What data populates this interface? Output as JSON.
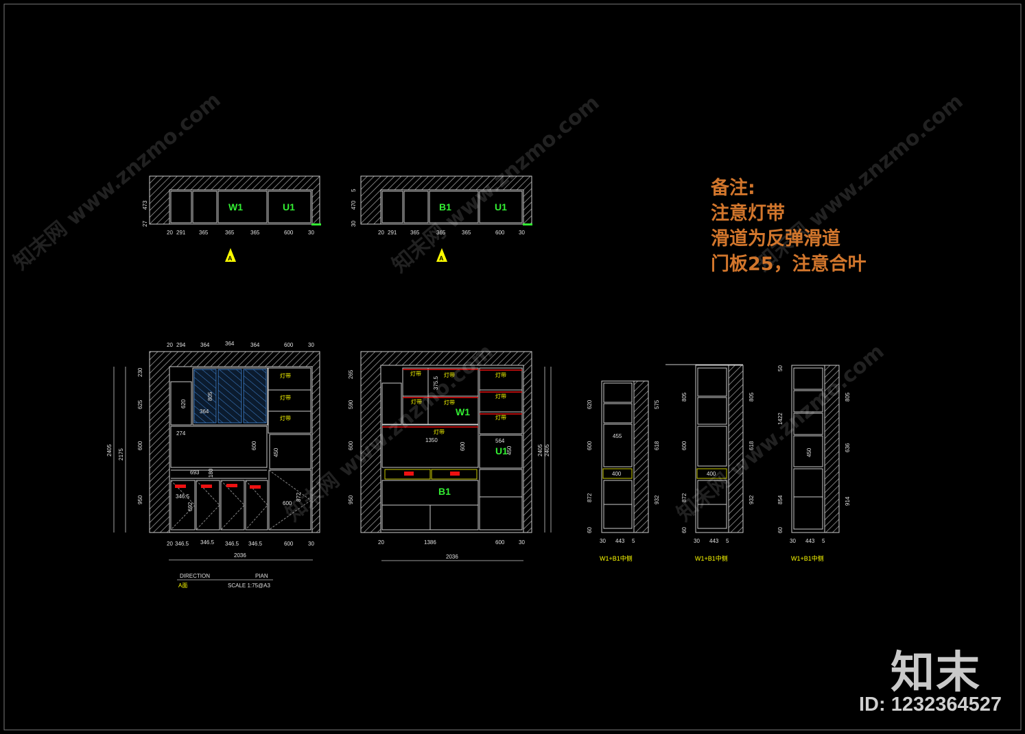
{
  "colors": {
    "background": "#000000",
    "line": "#cfcfcf",
    "dim": "#e0e0e0",
    "label_green": "#33ee33",
    "yellow": "#ffff00",
    "red": "#ee1111",
    "glass": "#3a78c0",
    "note_orange": "#d2762c"
  },
  "notes": {
    "title": "备注:",
    "lines": [
      "注意灯带",
      "滑道为反弹滑道",
      "门板25，注意合叶"
    ]
  },
  "plan_views": [
    {
      "labels": [
        "W1",
        "U1"
      ],
      "bottom_dims": [
        "20",
        "291",
        "365",
        "365",
        "365",
        "600",
        "30"
      ],
      "side_dims": [
        "27",
        "473"
      ],
      "marker": "A"
    },
    {
      "labels": [
        "B1",
        "U1"
      ],
      "bottom_dims": [
        "20",
        "291",
        "365",
        "365",
        "365",
        "600",
        "30"
      ],
      "side_dims": [
        "30",
        "470",
        "5"
      ],
      "marker": "A"
    }
  ],
  "elevation_a": {
    "top_dims": [
      "20",
      "294",
      "364",
      "364",
      "364",
      "600",
      "30"
    ],
    "bottom_dims": [
      "20",
      "346.5",
      "346.5",
      "346.5",
      "346.5",
      "600",
      "30"
    ],
    "total_width": "2036",
    "left_dims_outer": "2405",
    "left_dims_inner": "2175",
    "left_dims_rows": [
      "230",
      "625",
      "600",
      "950"
    ],
    "inner": [
      "620",
      "805",
      "364",
      "274",
      "600",
      "450",
      "693",
      "180",
      "346.5",
      "692",
      "600",
      "872"
    ],
    "light_labels": [
      "灯带",
      "灯带",
      "灯带"
    ],
    "direction": "DIRECTION",
    "pian": "PIAN",
    "face": "A面",
    "scale": "SCALE 1:75@A3"
  },
  "elevation_b": {
    "labels": [
      "W1",
      "U1",
      "B1"
    ],
    "bottom_dims": [
      "20",
      "1386",
      "600",
      "30"
    ],
    "total_width": "2036",
    "left_dims_rows": [
      "265",
      "590",
      "600",
      "950"
    ],
    "right_dims": [
      "2405",
      "2405"
    ],
    "inner": [
      "375.5",
      "1350",
      "600",
      "564",
      "450"
    ],
    "light_labels": [
      "灯带",
      "灯带",
      "灯带",
      "灯带",
      "灯带",
      "灯带",
      "灯带",
      "灯带"
    ]
  },
  "side_views": [
    {
      "caption": "W1+B1中侧",
      "left_dims": [
        "620",
        "600",
        "872",
        "60"
      ],
      "right_dims": [
        "575",
        "618",
        "932"
      ],
      "inner": [
        "455",
        "400"
      ],
      "bottom_dims": [
        "30",
        "443",
        "5"
      ]
    },
    {
      "caption": "W1+B1中侧",
      "left_dims": [
        "805",
        "600",
        "872",
        "60"
      ],
      "right_dims": [
        "805",
        "618",
        "932"
      ],
      "inner": [
        "400"
      ],
      "bottom_dims": [
        "30",
        "443",
        "5"
      ]
    },
    {
      "caption": "W1+B1中侧",
      "left_dims": [
        "50",
        "1422",
        "854",
        "60"
      ],
      "right_dims": [
        "805",
        "636",
        "914"
      ],
      "inner": [
        "450"
      ],
      "bottom_dims": [
        "30",
        "443",
        "5"
      ]
    }
  ],
  "watermarks": [
    "知末网 www.znzmo.com"
  ],
  "brand": {
    "logo_text": "知末",
    "id_label": "ID: 1232364527"
  }
}
